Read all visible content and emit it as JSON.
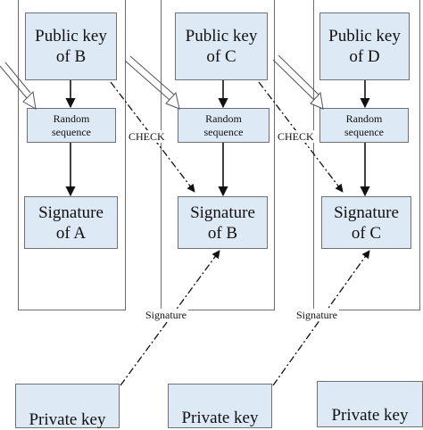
{
  "columns": [
    {
      "public_key": "Public key\nof B",
      "random": "Random\nsequence",
      "signature": "Signature\nof A",
      "private_key": "Private key"
    },
    {
      "public_key": "Public key\nof C",
      "random": "Random\nsequence",
      "signature": "Signature\nof B",
      "private_key": "Private key"
    },
    {
      "public_key": "Public key\nof D",
      "random": "Random\nsequence",
      "signature": "Signature\nof C",
      "private_key": "Private key"
    }
  ],
  "labels": {
    "check": "CHECK",
    "signature": "Signature"
  },
  "colors": {
    "box_fill": "#dde9f5",
    "box_border": "#707070",
    "line": "#111111"
  }
}
